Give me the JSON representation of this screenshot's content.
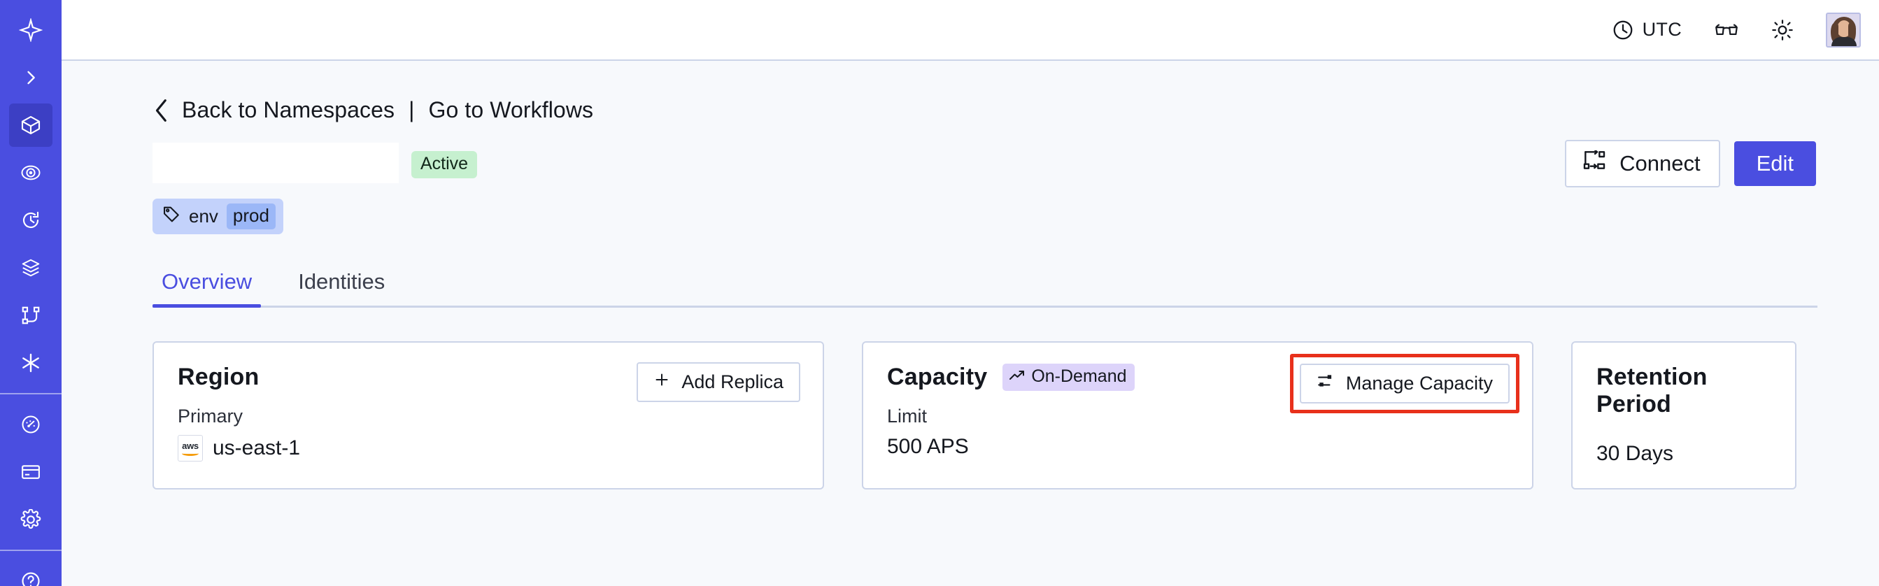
{
  "sidebar": {
    "items": [
      {
        "name": "logo",
        "icon": "temporal-logo-icon"
      },
      {
        "name": "expand",
        "icon": "chevron-right-icon"
      },
      {
        "name": "namespaces",
        "icon": "cube-icon",
        "active": true
      },
      {
        "name": "observability",
        "icon": "eye-spiral-icon"
      },
      {
        "name": "schedules",
        "icon": "clock-rotate-icon"
      },
      {
        "name": "batch",
        "icon": "layers-icon"
      },
      {
        "name": "workflows",
        "icon": "sitemap-icon"
      },
      {
        "name": "nexus",
        "icon": "asterisk-icon"
      },
      {
        "name": "usage",
        "icon": "gauge-icon"
      },
      {
        "name": "billing",
        "icon": "credit-card-icon"
      },
      {
        "name": "settings",
        "icon": "gear-icon"
      },
      {
        "name": "help",
        "icon": "help-circle-icon"
      }
    ]
  },
  "topbar": {
    "timezone_label": "UTC",
    "clock_icon": "clock-icon",
    "glasses_icon": "glasses-icon",
    "theme_icon": "sun-icon",
    "avatar_icon": "user-avatar"
  },
  "breadcrumb": {
    "back_icon": "chevron-left-icon",
    "back_label": "Back to Namespaces",
    "separator": "|",
    "forward_label": "Go to Workflows"
  },
  "header": {
    "namespace_name": "",
    "status_badge": "Active",
    "connect_label": "Connect",
    "connect_icon": "connect-flow-icon",
    "edit_label": "Edit"
  },
  "tag": {
    "icon": "tag-icon",
    "key": "env",
    "value": "prod"
  },
  "tabs": [
    {
      "label": "Overview",
      "active": true
    },
    {
      "label": "Identities",
      "active": false
    }
  ],
  "cards": {
    "region": {
      "title": "Region",
      "action_label": "Add Replica",
      "action_icon": "plus-icon",
      "sub_label": "Primary",
      "provider_icon": "aws-logo-icon",
      "provider_text": "aws",
      "value": "us-east-1"
    },
    "capacity": {
      "title": "Capacity",
      "badge_label": "On-Demand",
      "badge_icon": "trend-up-icon",
      "action_label": "Manage Capacity",
      "action_icon": "sliders-icon",
      "sub_label": "Limit",
      "value": "500 APS",
      "highlighted": true
    },
    "retention": {
      "title": "Retention Period",
      "value": "30 Days"
    }
  },
  "colors": {
    "brand": "#4a4ee0",
    "sidebar_bg": "#4a4ee0",
    "sidebar_active": "#3c3fc4",
    "page_bg": "#f7f9fc",
    "card_border": "#ccd4e8",
    "badge_active_bg": "#c6f0cf",
    "badge_ondemand_bg": "#ddd4fa",
    "tag_bg": "#c3d2fb",
    "tag_value_bg": "#9bb7f7",
    "highlight_red": "#e8301b",
    "text_primary": "#15181f"
  }
}
